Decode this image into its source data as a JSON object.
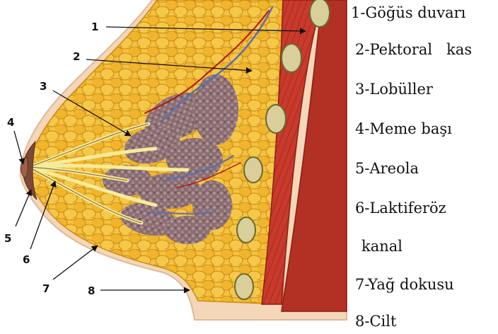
{
  "diagram": {
    "callouts": [
      {
        "number": "1"
      },
      {
        "number": "2"
      },
      {
        "number": "3"
      },
      {
        "number": "4"
      },
      {
        "number": "5"
      },
      {
        "number": "6"
      },
      {
        "number": "7"
      },
      {
        "number": "8"
      }
    ],
    "legend": [
      "1-Göğüs duvarı",
      "2-Pektoral   kas",
      "3-Lobüller",
      "4-Meme başı",
      "5-Areola",
      "6-Laktiferöz",
      "kanal",
      "7-Yağ dokusu",
      "8-Cilt"
    ],
    "colors": {
      "skin": "#f4d6b8",
      "fat": "#f1b52d",
      "fat_light": "#f8d76a",
      "muscle": "#c83a2c",
      "muscle_dark": "#9e2418",
      "lobule": "#8a6e72",
      "rib": "#d8cf9a",
      "duct": "#f5ec9a",
      "vein": "#5a6fb0",
      "artery": "#b01818"
    }
  }
}
